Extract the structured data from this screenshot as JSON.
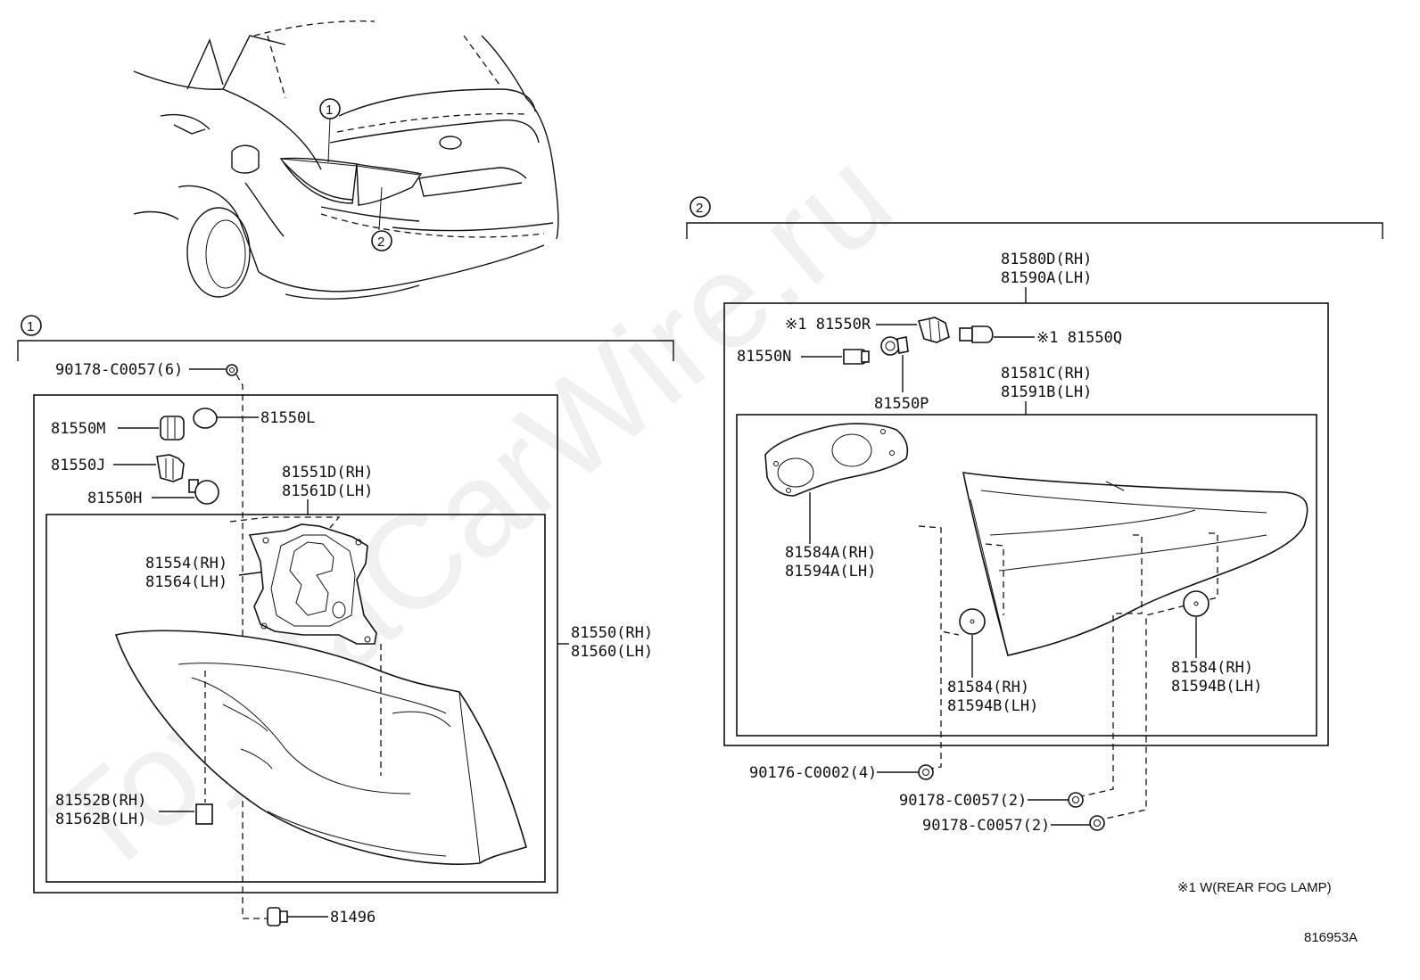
{
  "watermark": "ToyotaCarWire.ru",
  "footnote": "※1 W(REAR FOG LAMP)",
  "figure_code": "816953A",
  "markers": {
    "one": "1",
    "two": "2"
  },
  "section1": {
    "labels": {
      "clip_top": "90178-C0057(6)",
      "socket_m": "81550M",
      "bulb_l": "81550L",
      "socket_j": "81550J",
      "bulb_h": "81550H",
      "housing_rh": "81551D(RH)",
      "housing_lh": "81561D(LH)",
      "gasket_rh": "81554(RH)",
      "gasket_lh": "81564(LH)",
      "lamp_rh": "81550(RH)",
      "lamp_lh": "81560(LH)",
      "cushion_rh": "81552B(RH)",
      "cushion_lh": "81562B(LH)",
      "clip_bottom": "81496"
    }
  },
  "section2": {
    "labels": {
      "assy_rh": "81580D(RH)",
      "assy_lh": "81590A(LH)",
      "socket_r": "※1 81550R",
      "bulb_q": "※1 81550Q",
      "bulb_n": "81550N",
      "socket_p": "81550P",
      "lens_rh": "81581C(RH)",
      "lens_lh": "81591B(LH)",
      "gasket_rh": "81584A(RH)",
      "gasket_lh": "81594A(LH)",
      "pad_a_rh": "81584(RH)",
      "pad_a_lh": "81594B(LH)",
      "pad_b_rh": "81584(RH)",
      "pad_b_lh": "81594B(LH)",
      "nut": "90176-C0002(4)",
      "clip_a": "90178-C0057(2)",
      "clip_b": "90178-C0057(2)"
    }
  }
}
